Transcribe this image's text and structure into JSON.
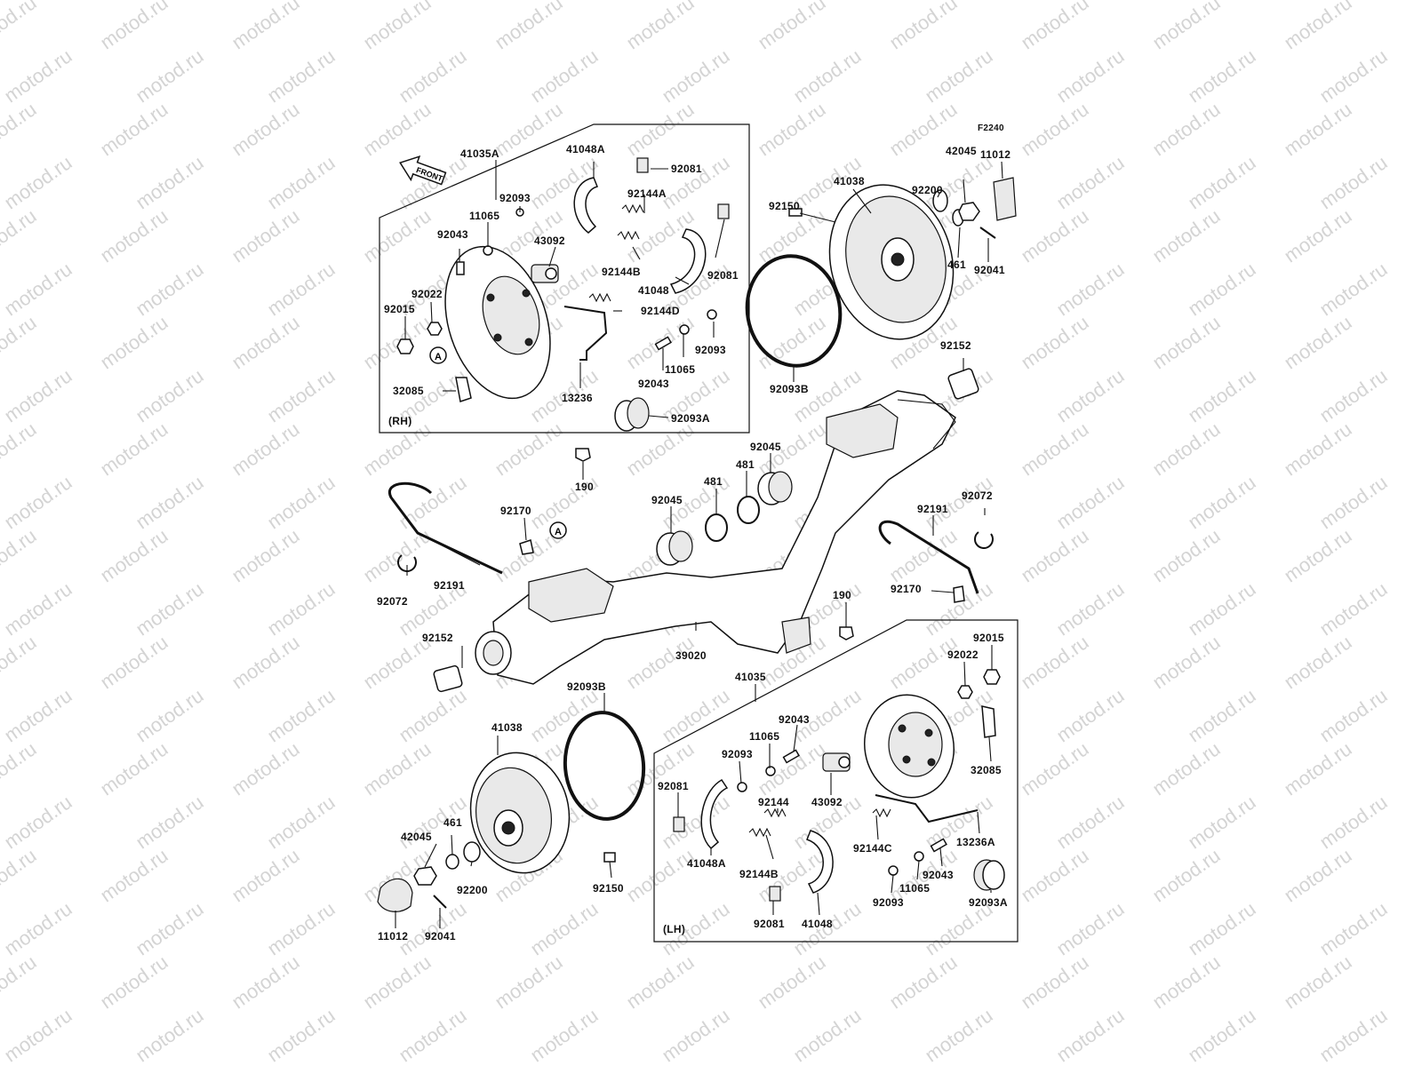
{
  "watermark": {
    "text": "motod.ru"
  },
  "diagram": {
    "code": "F2240",
    "front_label": "FRONT",
    "rh_label": "(RH)",
    "lh_label": "(LH)",
    "callout_a": "A"
  },
  "labels": {
    "p41035A": "41035A",
    "p41048A_rh": "41048A",
    "p92081_rh1": "92081",
    "p92144A": "92144A",
    "p92093_rh1": "92093",
    "p11065_rh1": "11065",
    "p43092_rh": "43092",
    "p92043_rh1": "92043",
    "p92144B_rh": "92144B",
    "p92081_rh2": "92081",
    "p41048_rh": "41048",
    "p92022_rh": "92022",
    "p92015_rh": "92015",
    "p92144D": "92144D",
    "p92093_rh2": "92093",
    "p11065_rh2": "11065",
    "p92043_rh2": "92043",
    "p32085_rh": "32085",
    "p13236": "13236",
    "p92093A_rh": "92093A",
    "p92150_top": "92150",
    "p41038_top": "41038",
    "p92200_top": "92200",
    "p42045_top": "42045",
    "p11012_top": "11012",
    "p461_top": "461",
    "p92041_top": "92041",
    "p92093B_top": "92093B",
    "p92152_right": "92152",
    "p190_top": "190",
    "p92045_right": "92045",
    "p481_a": "481",
    "p481_b": "481",
    "p92045_left": "92045",
    "p92170_left": "92170",
    "p92191_left": "92191",
    "p92072_left": "92072",
    "p92191_right": "92191",
    "p92072_right": "92072",
    "p92170_right": "92170",
    "p190_mid": "190",
    "p92152_left": "92152",
    "p39020": "39020",
    "p92093B_bot": "92093B",
    "p41035": "41035",
    "p41038_bot": "41038",
    "p92043_lh1": "92043",
    "p11065_lh1": "11065",
    "p92093_lh1": "92093",
    "p92081_lh1": "92081",
    "p43092_lh": "43092",
    "p92144_lh": "92144",
    "p41048A_lh": "41048A",
    "p92144B_lh": "92144B",
    "p92081_lh2": "92081",
    "p41048_lh": "41048",
    "p92015_lh": "92015",
    "p92022_lh": "92022",
    "p32085_lh": "32085",
    "p13236A": "13236A",
    "p92144C": "92144C",
    "p92043_lh2": "92043",
    "p11065_lh2": "11065",
    "p92093_lh2": "92093",
    "p92093A_lh": "92093A",
    "p461_bot": "461",
    "p42045_bot": "42045",
    "p92200_bot": "92200",
    "p92150_bot": "92150",
    "p11012_bot": "11012",
    "p92041_bot": "92041"
  }
}
